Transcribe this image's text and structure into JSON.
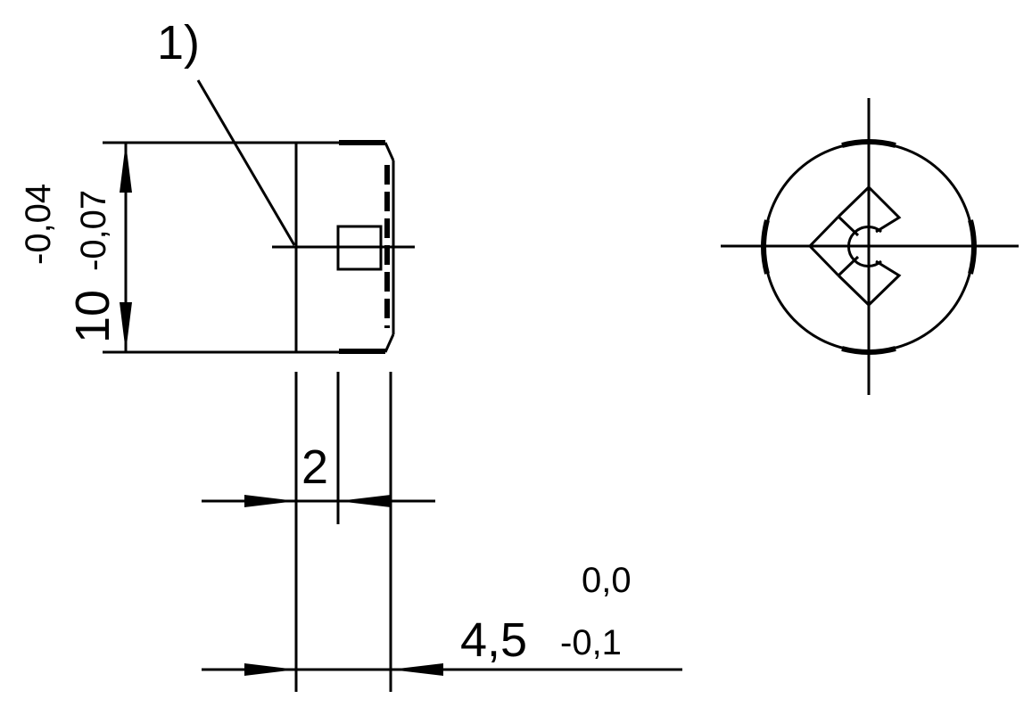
{
  "side_view": {
    "callout": "1)",
    "height_dim": {
      "nominal": "10",
      "upper_tol": "-0,04",
      "lower_tol": "-0,07"
    },
    "width_dim_2": "2",
    "width_dim_total": {
      "nominal": "4,5",
      "upper_tol": "0,0",
      "lower_tol": "-0,1"
    }
  },
  "colors": {
    "line": "#000000",
    "background": "#ffffff"
  }
}
